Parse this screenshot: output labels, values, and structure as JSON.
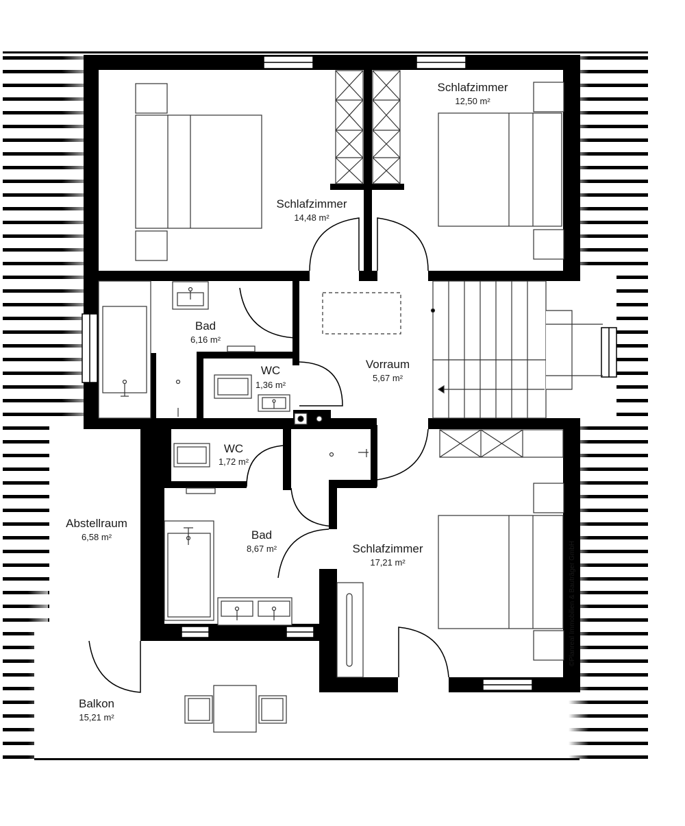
{
  "rooms": [
    {
      "id": "schlafzimmer-1",
      "name": "Schlafzimmer",
      "area": "14,48 m²"
    },
    {
      "id": "schlafzimmer-2",
      "name": "Schlafzimmer",
      "area": "12,50 m²"
    },
    {
      "id": "bad-1",
      "name": "Bad",
      "area": "6,16 m²"
    },
    {
      "id": "wc-1",
      "name": "WC",
      "area": "1,36 m²"
    },
    {
      "id": "vorraum",
      "name": "Vorraum",
      "area": "5,67 m²"
    },
    {
      "id": "wc-2",
      "name": "WC",
      "area": "1,72 m²"
    },
    {
      "id": "abstellraum",
      "name": "Abstellraum",
      "area": "6,58 m²"
    },
    {
      "id": "bad-2",
      "name": "Bad",
      "area": "8,67 m²"
    },
    {
      "id": "schlafzimmer-3",
      "name": "Schlafzimmer",
      "area": "17,21 m²"
    },
    {
      "id": "balkon",
      "name": "Balkon",
      "area": "15,21 m²"
    }
  ],
  "copyright": "©Planreal Immobilien & Bauträger GmbH",
  "colors": {
    "wall": "#000000",
    "line": "#333333",
    "roof_stripe": "#000000",
    "background": "#ffffff"
  }
}
